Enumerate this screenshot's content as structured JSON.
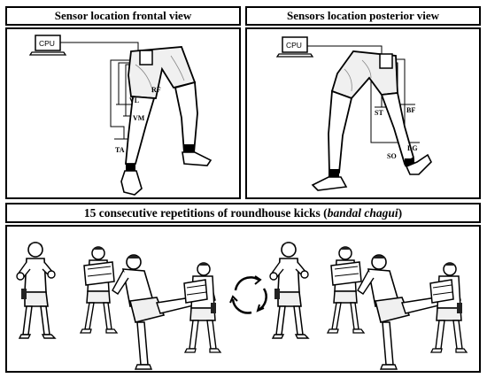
{
  "frontal": {
    "title": "Sensor location frontal view",
    "cpu_label": "CPU",
    "sensors": [
      "RF",
      "VL",
      "VM",
      "TA"
    ]
  },
  "posterior": {
    "title": "Sensors location posterior view",
    "cpu_label": "CPU",
    "sensors": [
      "ST",
      "BF",
      "LG",
      "SO"
    ]
  },
  "kicks": {
    "title_prefix": "15 consecutive repetitions of roundhouse kicks (",
    "title_italic": "bandal chagui",
    "title_suffix": ")"
  }
}
